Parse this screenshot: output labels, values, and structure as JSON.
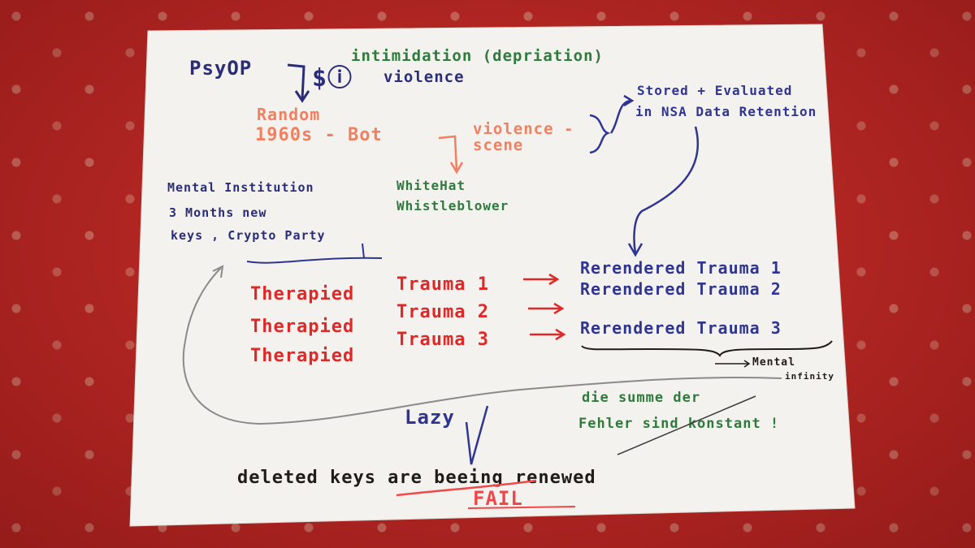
{
  "notes": {
    "psyop": "PsyOP",
    "dollar": "$ⓘ",
    "intimidation": "intimidation (depriation)",
    "violence": "violence",
    "random": "Random",
    "bot": "1960s - Bot",
    "violence_scene_1": "violence -",
    "violence_scene_2": "scene",
    "stored_1": "Stored + Evaluated",
    "stored_2": "in NSA Data Retention",
    "whitehat_1": "WhiteHat",
    "whitehat_2": "Whistleblower",
    "mental_1": "Mental Institution",
    "mental_2": "3 Months new",
    "mental_3": "keys , Crypto Party",
    "therapied_1": "Therapied",
    "therapied_2": "Therapied",
    "therapied_3": "Therapied",
    "trauma_1": "Trauma 1",
    "trauma_2": "Trauma 2",
    "trauma_3": "Trauma 3",
    "rerendered_1": "Rerendered Trauma 1",
    "rerendered_2": "Rerendered Trauma 2",
    "rerendered_3": "Rerendered Trauma 3",
    "mental_infinity_1": "Mental",
    "mental_infinity_2": "infinity",
    "lazy": "Lazy",
    "summe_1": "die summe der",
    "summe_2": "Fehler sind konstant !",
    "deleted": "deleted keys are beeing renewed",
    "fail": "FAIL"
  },
  "colors": {
    "background": "#c42a28",
    "paper": "#f4f2ee",
    "blue_ink": "#2f3590",
    "orange_ink": "#f08060",
    "red_ink": "#e02828",
    "green_ink": "#2f7a3c",
    "black_ink": "#1f1c1a",
    "pencil": "#8a8a8a"
  }
}
